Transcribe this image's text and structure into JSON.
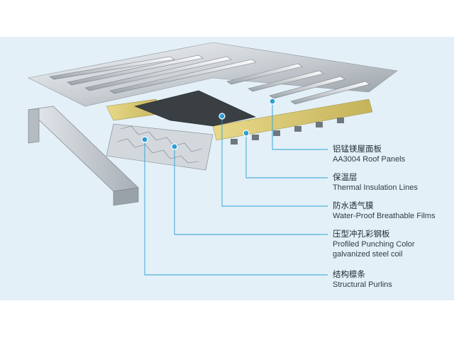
{
  "labels": [
    {
      "cn": "铝锰镁屋面板",
      "en": [
        "AA3004 Roof Panels"
      ]
    },
    {
      "cn": "保温层",
      "en": [
        "Thermal Insulation Lines"
      ]
    },
    {
      "cn": "防水透气膜",
      "en": [
        "Water-Proof Breathable Films"
      ]
    },
    {
      "cn": "压型冲孔彩钢板",
      "en": [
        "Profiled Punching Color",
        "galvanized steel coil"
      ]
    },
    {
      "cn": "结构檩条",
      "en": [
        "Structural Purlins"
      ]
    }
  ],
  "colors": {
    "background_band": "#e3f0f7",
    "leader_line": "#2a9fd6",
    "insulation": "#d7c76a",
    "membrane": "#3a3f44",
    "metal": "#c9ced3"
  }
}
